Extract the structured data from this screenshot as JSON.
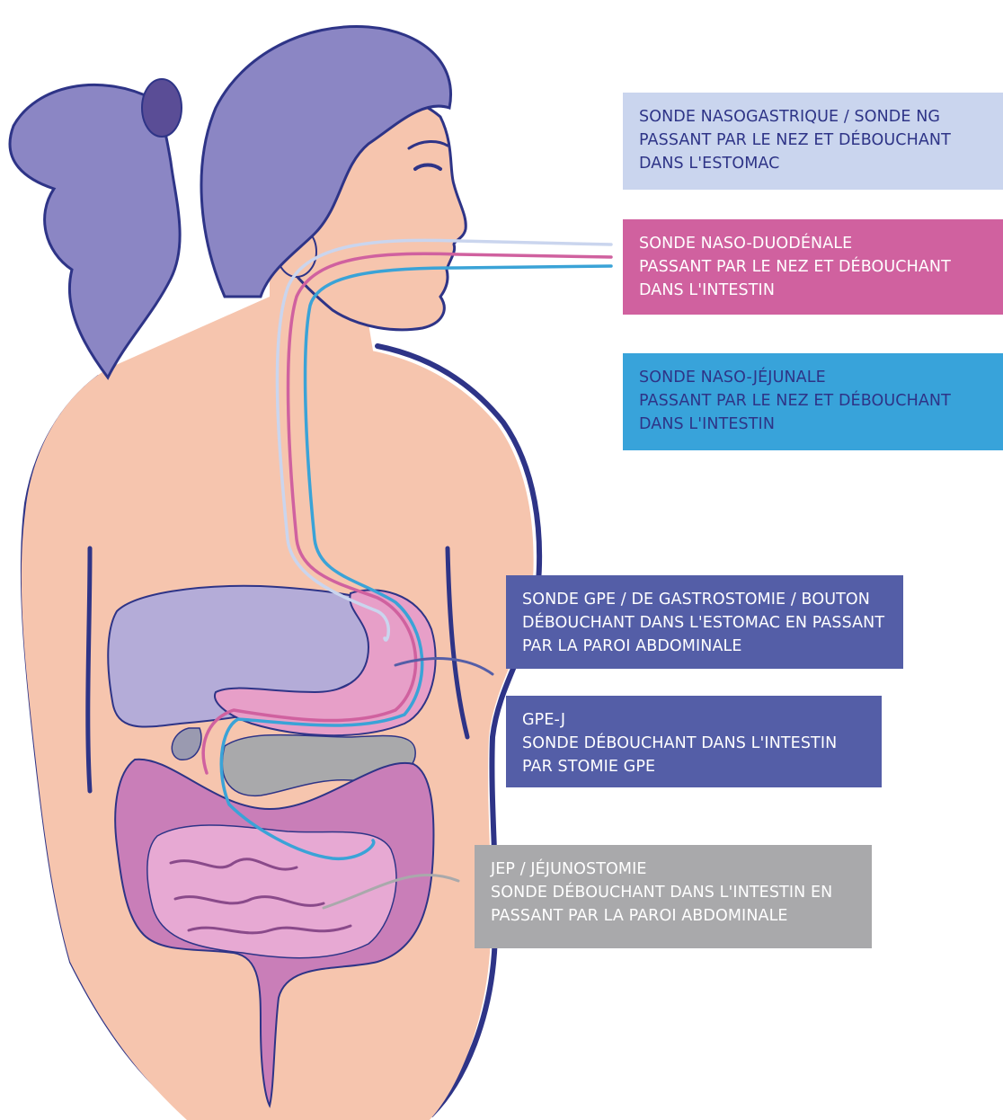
{
  "colors": {
    "skin": "#f6c5ae",
    "hair": "#8b86c4",
    "hair_shadow": "#7b74bb",
    "outline": "#2e3487",
    "liver": "#b4acd8",
    "stomach": "#e79fc8",
    "pancreas": "#a9a9ab",
    "colon": "#c97eb8",
    "small_intestine": "#e7a9d3",
    "tube_ng": "#cad5ee",
    "tube_nd": "#d0619f",
    "tube_nj": "#3aa3d7",
    "tube_gpe": "#545ea7",
    "tube_jep": "#a9a9ab"
  },
  "labels": [
    {
      "id": "sonde-ng",
      "bg": "#cad5ee",
      "fg": "#2e3487",
      "lines": [
        "SONDE NASOGASTRIQUE / SONDE NG",
        "PASSANT PAR LE NEZ ET DÉBOUCHANT",
        "DANS L'ESTOMAC"
      ]
    },
    {
      "id": "sonde-naso-duodenale",
      "bg": "#d0619f",
      "fg": "#ffffff",
      "lines": [
        "SONDE NASO-DUODÉNALE",
        "PASSANT PAR LE NEZ ET DÉBOUCHANT",
        "DANS L'INTESTIN"
      ]
    },
    {
      "id": "sonde-naso-jejunale",
      "bg": "#38a3da",
      "fg": "#2e3487",
      "lines": [
        "SONDE NASO-JÉJUNALE",
        "PASSANT PAR LE NEZ ET DÉBOUCHANT",
        "DANS L'INTESTIN"
      ]
    },
    {
      "id": "sonde-gpe",
      "bg": "#545ea7",
      "fg": "#ffffff",
      "lines": [
        "SONDE GPE / DE GASTROSTOMIE / BOUTON",
        "DÉBOUCHANT DANS L'ESTOMAC EN PASSANT",
        "PAR LA PAROI ABDOMINALE"
      ]
    },
    {
      "id": "gpe-j",
      "bg": "#545ea7",
      "fg": "#ffffff",
      "lines": [
        "GPE-J",
        "SONDE DÉBOUCHANT DANS L'INTESTIN",
        "PAR STOMIE GPE"
      ]
    },
    {
      "id": "jep",
      "bg": "#a9a9ab",
      "fg": "#ffffff",
      "lines": [
        "JEP / JÉJUNOSTOMIE",
        "SONDE DÉBOUCHANT DANS L'INTESTIN EN",
        "PASSANT PAR LA PAROI ABDOMINALE"
      ]
    }
  ]
}
